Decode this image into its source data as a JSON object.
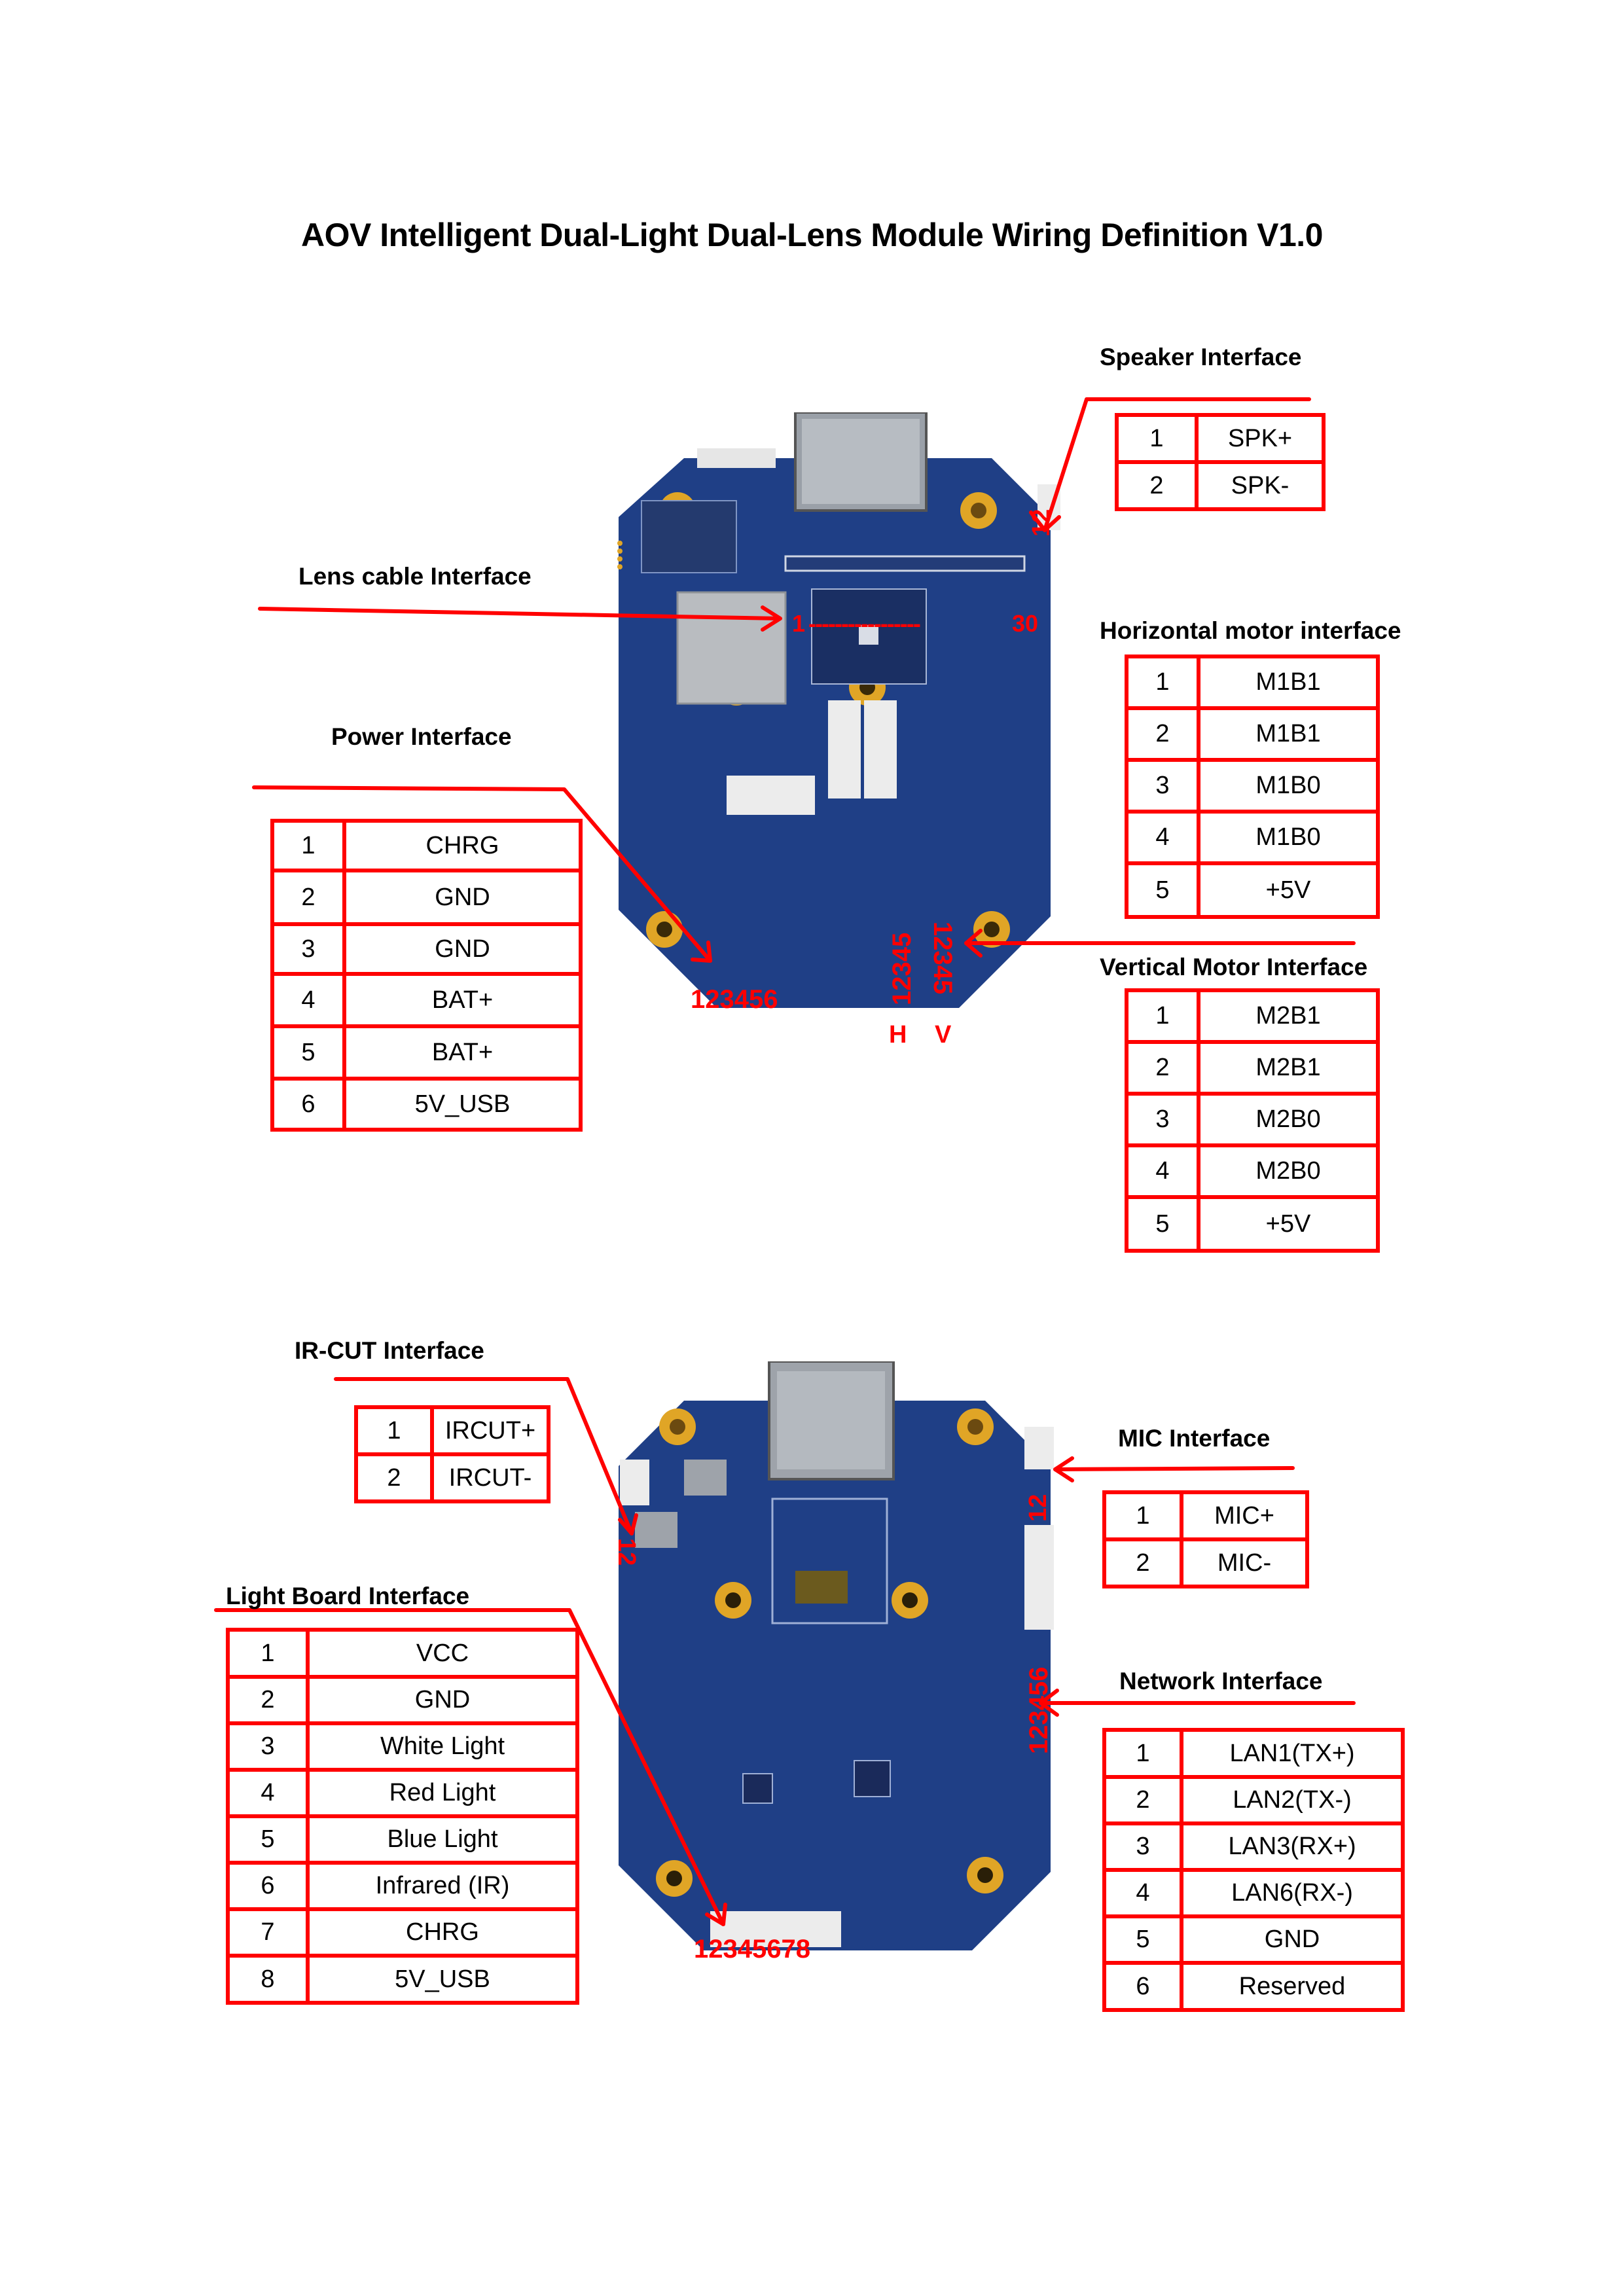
{
  "document": {
    "title": "AOV Intelligent Dual-Light Dual-Lens Module Wiring Definition V1.0"
  },
  "colors": {
    "accent": "#ff0000",
    "pcb": "#1f3f86",
    "pad": "#e0a526"
  },
  "front_board": {
    "connector_labels": {
      "speaker": "12",
      "lens_start": "1",
      "lens_end": "30",
      "lens_dashes": "-----------------",
      "power": "123456",
      "h_motor": "12345",
      "v_motor": "12345",
      "h_tag": "H",
      "v_tag": "V"
    }
  },
  "rear_board": {
    "connector_labels": {
      "ircut": "12",
      "mic": "12",
      "network": "123456",
      "light_board": "12345678"
    }
  },
  "interfaces": {
    "speaker": {
      "heading": "Speaker Interface",
      "rows": [
        {
          "pin": "1",
          "signal": "SPK+"
        },
        {
          "pin": "2",
          "signal": "SPK-"
        }
      ]
    },
    "lens_cable": {
      "heading": "Lens cable Interface"
    },
    "horizontal_motor": {
      "heading": "Horizontal motor interface",
      "rows": [
        {
          "pin": "1",
          "signal": "M1B1"
        },
        {
          "pin": "2",
          "signal": "M1B1"
        },
        {
          "pin": "3",
          "signal": "M1B0"
        },
        {
          "pin": "4",
          "signal": "M1B0"
        },
        {
          "pin": "5",
          "signal": "+5V"
        }
      ]
    },
    "power": {
      "heading": "Power Interface",
      "rows": [
        {
          "pin": "1",
          "signal": "CHRG"
        },
        {
          "pin": "2",
          "signal": "GND"
        },
        {
          "pin": "3",
          "signal": "GND"
        },
        {
          "pin": "4",
          "signal": "BAT+"
        },
        {
          "pin": "5",
          "signal": "BAT+"
        },
        {
          "pin": "6",
          "signal": "5V_USB"
        }
      ]
    },
    "vertical_motor": {
      "heading": "Vertical Motor Interface",
      "rows": [
        {
          "pin": "1",
          "signal": "M2B1"
        },
        {
          "pin": "2",
          "signal": "M2B1"
        },
        {
          "pin": "3",
          "signal": "M2B0"
        },
        {
          "pin": "4",
          "signal": "M2B0"
        },
        {
          "pin": "5",
          "signal": "+5V"
        }
      ]
    },
    "ircut": {
      "heading": "IR-CUT Interface",
      "rows": [
        {
          "pin": "1",
          "signal": "IRCUT+"
        },
        {
          "pin": "2",
          "signal": "IRCUT-"
        }
      ]
    },
    "mic": {
      "heading": "MIC Interface",
      "rows": [
        {
          "pin": "1",
          "signal": "MIC+"
        },
        {
          "pin": "2",
          "signal": "MIC-"
        }
      ]
    },
    "light_board": {
      "heading": "Light Board Interface",
      "rows": [
        {
          "pin": "1",
          "signal": "VCC"
        },
        {
          "pin": "2",
          "signal": "GND"
        },
        {
          "pin": "3",
          "signal": "White Light"
        },
        {
          "pin": "4",
          "signal": "Red Light"
        },
        {
          "pin": "5",
          "signal": "Blue Light"
        },
        {
          "pin": "6",
          "signal": "Infrared (IR)"
        },
        {
          "pin": "7",
          "signal": "CHRG"
        },
        {
          "pin": "8",
          "signal": "5V_USB"
        }
      ]
    },
    "network": {
      "heading": "Network Interface",
      "rows": [
        {
          "pin": "1",
          "signal": "LAN1(TX+)"
        },
        {
          "pin": "2",
          "signal": "LAN2(TX-)"
        },
        {
          "pin": "3",
          "signal": "LAN3(RX+)"
        },
        {
          "pin": "4",
          "signal": "LAN6(RX-)"
        },
        {
          "pin": "5",
          "signal": "GND"
        },
        {
          "pin": "6",
          "signal": "Reserved"
        }
      ]
    }
  }
}
